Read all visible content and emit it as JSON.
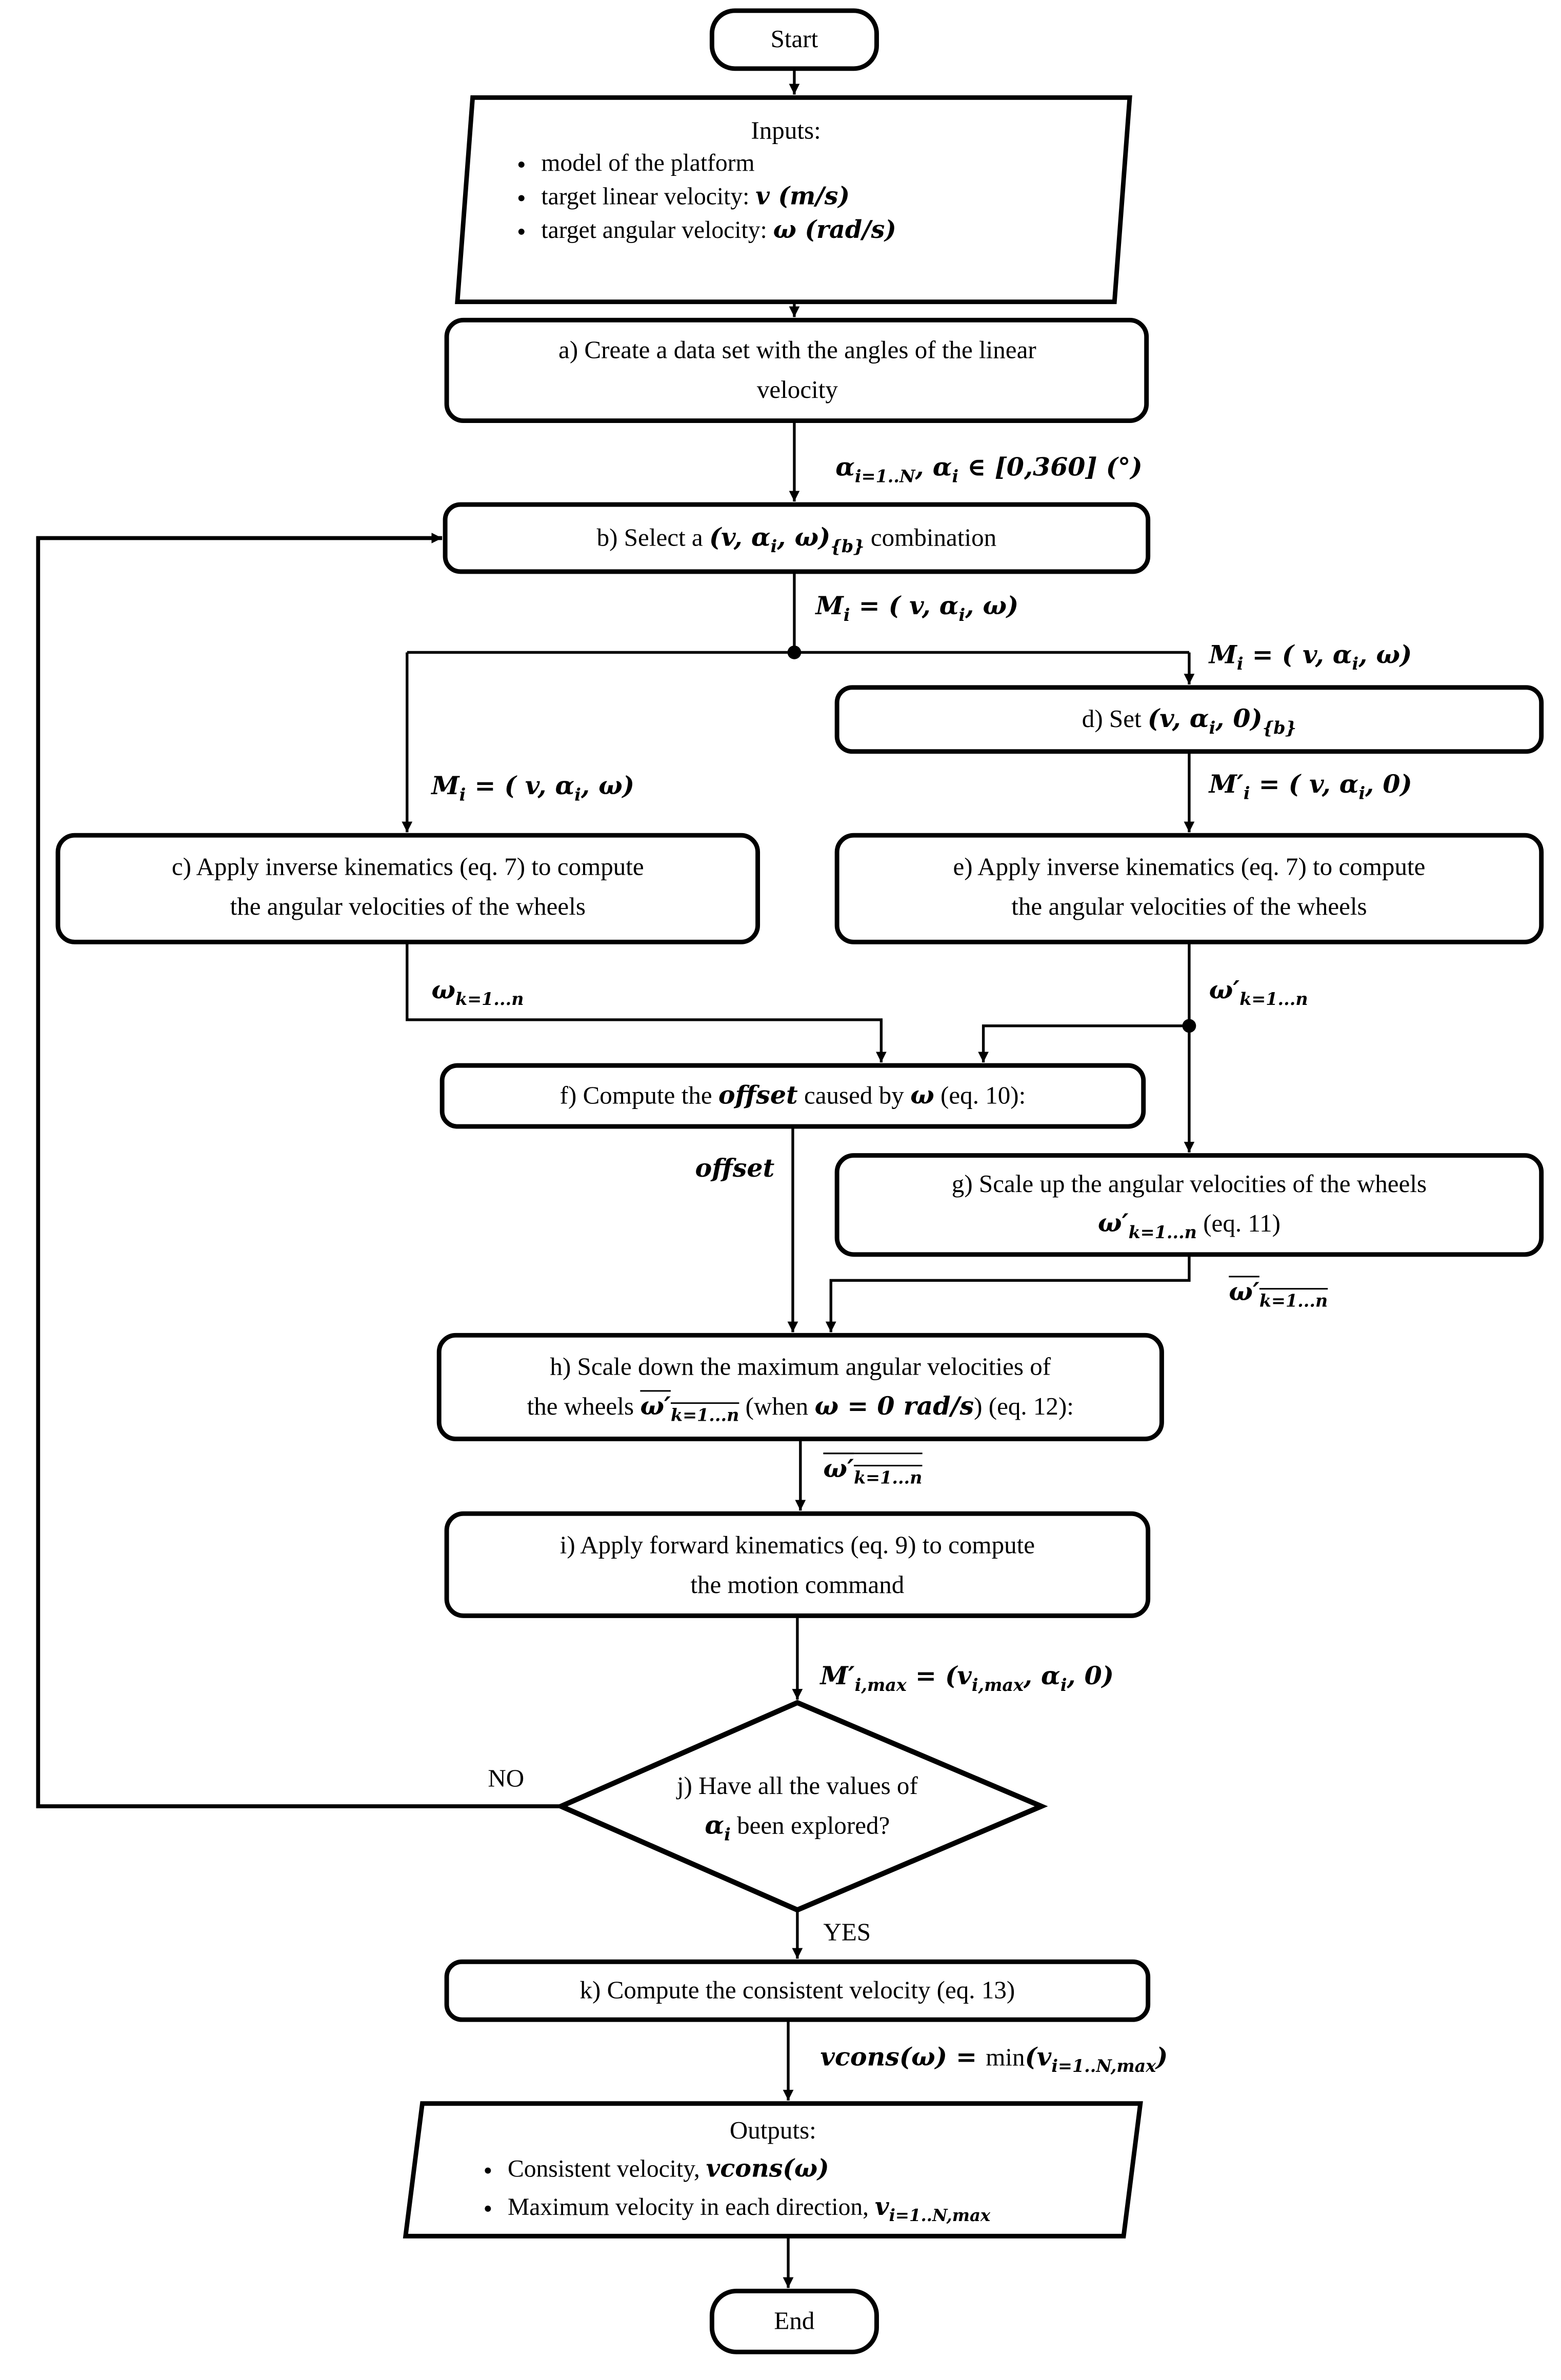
{
  "figure": {
    "start": "Start",
    "end": "End",
    "inputs": {
      "title": "Inputs:",
      "items": [
        "model of the platform",
        "target linear velocity: <i class='mi'>v (m/s)</i>",
        "target angular velocity: <i class='mi'>ω (rad/s)</i>"
      ]
    },
    "outputs": {
      "title": "Outputs:",
      "items": [
        "Consistent velocity, <i class='mi'>vcons(ω)</i>",
        "Maximum velocity in each direction, <i class='mi'>v<sub>i=1..N,max</sub></i>"
      ]
    },
    "steps": {
      "a": "a) Create a data set with the angles of the linear<br>velocity",
      "b": "b) Select a <i class='mi'>(v, α<sub>i</sub>, ω)<sub>{b}</sub></i> combination",
      "c": "c) Apply inverse kinematics (eq. 7) to compute<br>the angular velocities of the wheels",
      "d": "d) Set <i class='mi'>(v, α<sub>i</sub>, 0)<sub>{b}</sub></i>",
      "e": "e) Apply inverse kinematics (eq. 7) to compute<br>the angular velocities of the wheels",
      "f": "f) Compute the <i class='mi'>offset</i> caused by <i class='mi'>ω</i> (eq. 10):",
      "g": "g) Scale up the angular velocities of the wheels<br><i class='mi'>ω′<sub>k=1...n</sub></i> (eq. 11)",
      "h": "h) Scale down the maximum angular velocities of<br>the wheels <i class='mi'><span class='ol'>ω′<sub>k=1...n</sub></span></i> (when <i class='mi'>ω = 0 rad/s</i>) (eq. 12):",
      "i": "i) Apply forward kinematics (eq. 9) to compute<br>the motion command",
      "j": "j) Have all the values of<br><i class='mi'>α<sub>i</sub></i> been explored?",
      "k": "k) Compute the consistent velocity (eq. 13)"
    },
    "edge_labels": {
      "alpha_set": "α<sub>i=1..N</sub>, α<sub>i</sub> ∈ [0,360] (°)",
      "mi_main": "M<sub>i</sub> = ( v, α<sub>i</sub>, ω)",
      "mi_left": "M<sub>i</sub> = ( v, α<sub>i</sub>, ω)",
      "mi_right": "M<sub>i</sub> = ( v, α<sub>i</sub>, ω)",
      "mi_prime": "M′<sub>i</sub> = ( v, α<sub>i</sub>, 0)",
      "omega_k": "ω<sub>k=1...n</sub>",
      "omega_k_prime": "ω′<sub>k=1...n</sub>",
      "offset": "offset",
      "omega_k_prime_bar": "<span class='ol'>ω′<sub>k=1...n</sub></span>",
      "omega_k_prime_double_bar": "<span class='ol2'><span class='ol'>ω′<sub>k=1...n</sub></span></span>",
      "mi_max": "M′<sub>i,max</sub> = (v<sub>i,max</sub>, α<sub>i</sub>, 0)",
      "vcons": "vcons(ω) = <span class='rm'>min</span>(v<sub>i=1..N,max</sub>)"
    },
    "decision": {
      "no": "NO",
      "yes": "YES"
    },
    "colors": {
      "line": "#000000",
      "background": "#ffffff"
    }
  }
}
